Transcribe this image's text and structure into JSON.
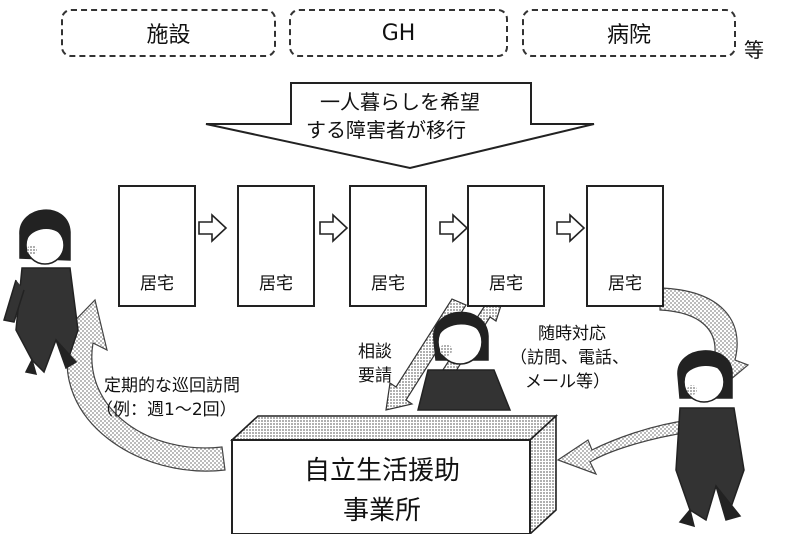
{
  "facilities": [
    "施設",
    "GH",
    "病院"
  ],
  "facilities_suffix": "等",
  "transition_arrow": {
    "line1": "一人暮らしを希望",
    "line2": "する障害者が移行"
  },
  "residences": [
    "居宅",
    "居宅",
    "居宅",
    "居宅",
    "居宅"
  ],
  "left_caption": {
    "line1": "定期的な巡回訪問",
    "line2": "（例：週1～2回）"
  },
  "consult_caption": {
    "line1": "相談",
    "line2": "要請"
  },
  "response_caption": {
    "line1": "随時対応",
    "line2": "（訪問、電話、",
    "line3": "メール等）"
  },
  "office": {
    "line1": "自立生活援助",
    "line2": "事業所"
  },
  "colors": {
    "line": "#222222",
    "hatch": "#9a9a9a",
    "person": "#333333"
  }
}
